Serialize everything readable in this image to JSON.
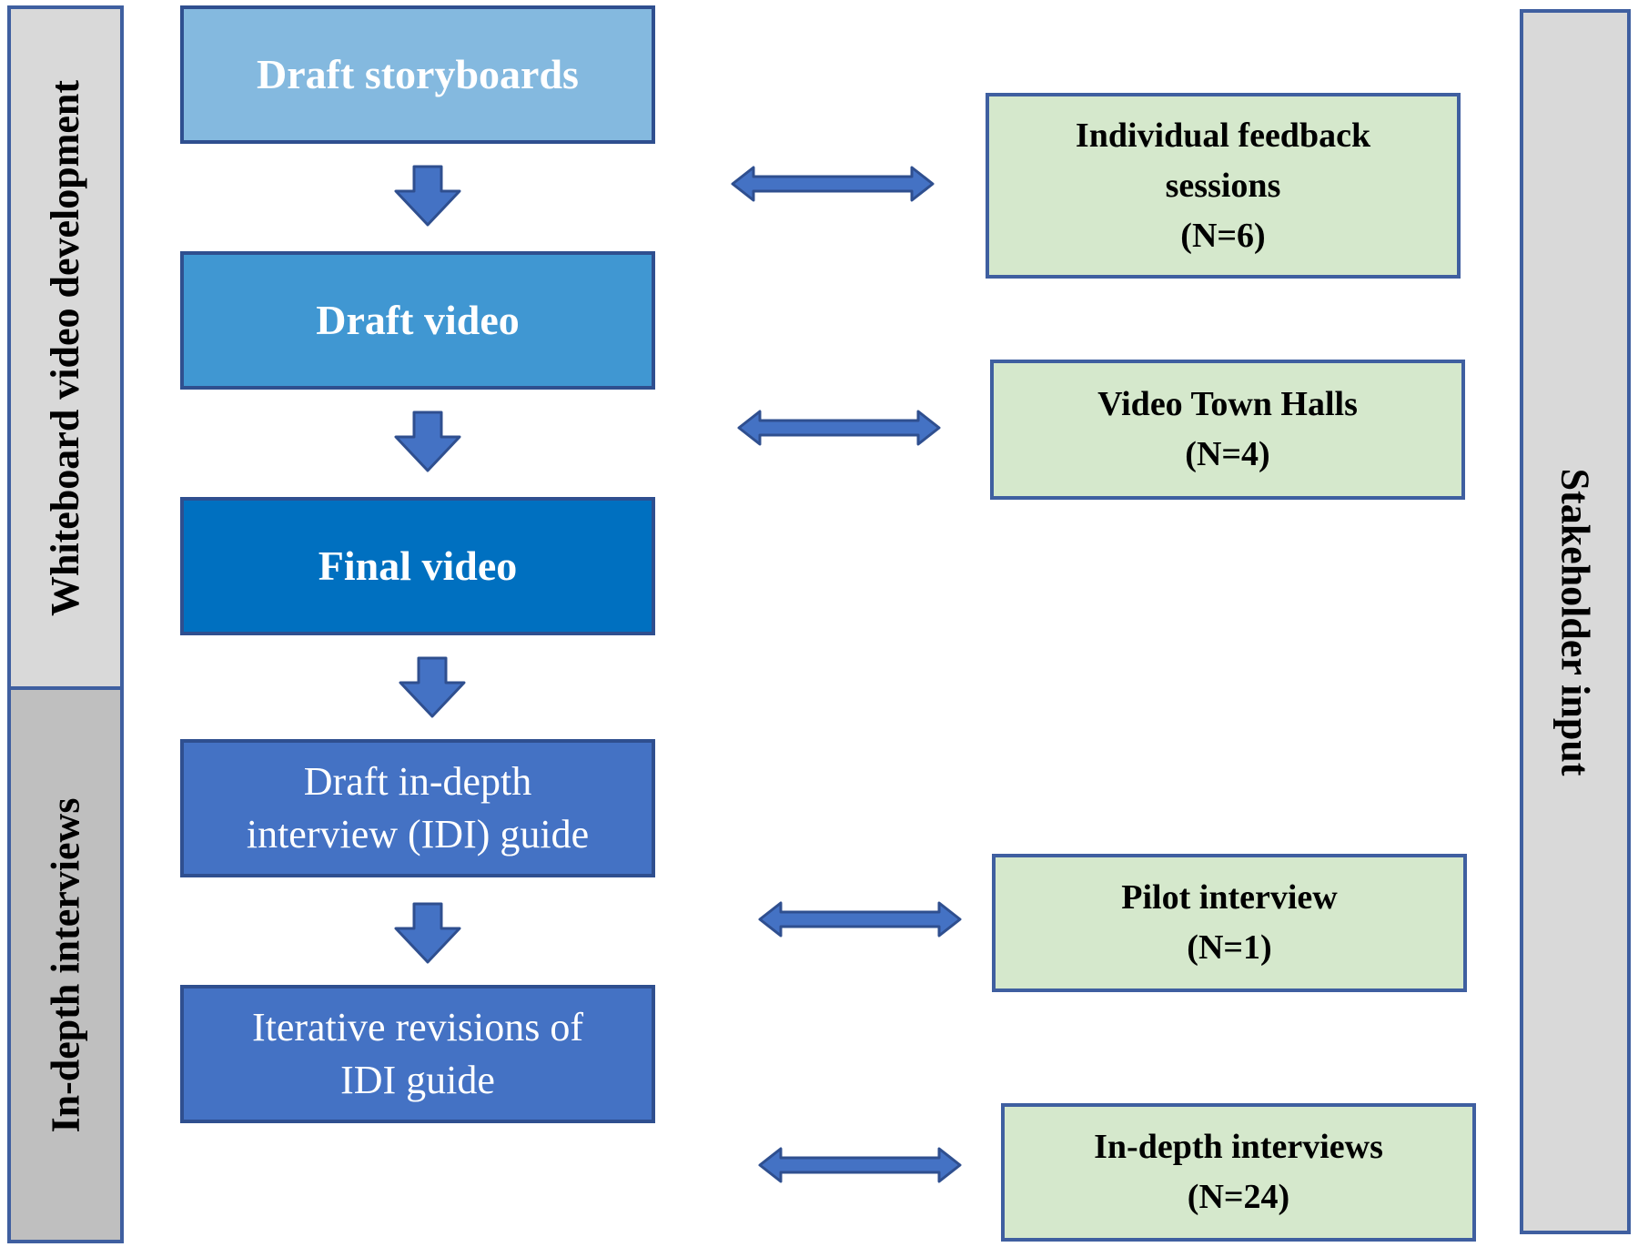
{
  "side_labels": {
    "top_left": "Whiteboard video development",
    "bottom_left": "In-depth interviews",
    "right": "Stakeholder input"
  },
  "process_steps": [
    {
      "lines": [
        "Draft storyboards"
      ]
    },
    {
      "lines": [
        "Draft video"
      ]
    },
    {
      "lines": [
        "Final video"
      ]
    },
    {
      "lines": [
        "Draft in-depth",
        "interview (IDI) guide"
      ]
    },
    {
      "lines": [
        "Iterative revisions of",
        "IDI guide"
      ]
    }
  ],
  "stakeholder_boxes": [
    {
      "lines": [
        "Individual feedback",
        "sessions",
        "(N=6)"
      ]
    },
    {
      "lines": [
        "Video Town Halls",
        "(N=4)"
      ]
    },
    {
      "lines": [
        "Pilot interview",
        "(N=1)"
      ]
    },
    {
      "lines": [
        "In-depth interviews",
        "(N=24)"
      ]
    }
  ],
  "colors": {
    "arrow": "#4472c4",
    "arrow_outline": "#2f4f8f",
    "stakeholder_fill": "#d5e8cc"
  }
}
